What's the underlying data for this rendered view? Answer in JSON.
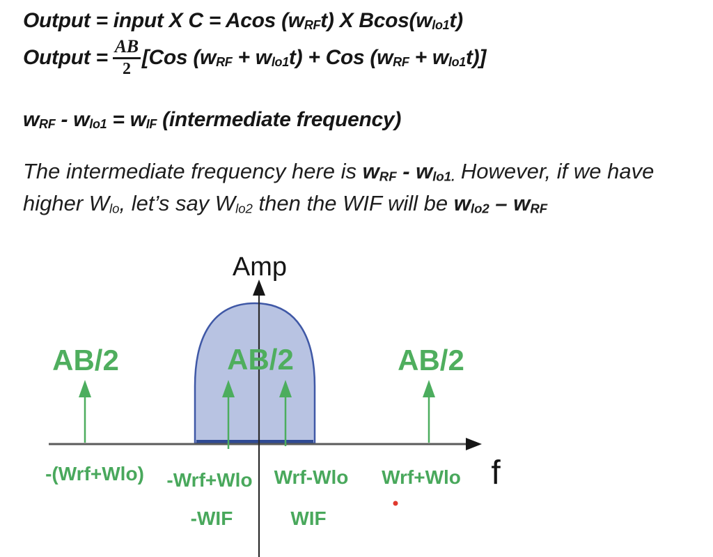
{
  "colors": {
    "text": "#161616",
    "green": "#4cad5e",
    "dome_fill": "#b8c3e2",
    "dome_stroke": "#3f58a6",
    "dome_base": "#2f4a93",
    "axis_gray": "#5a5a5a",
    "red_dot": "#e0392e"
  },
  "equations": {
    "line1": [
      "Output = input X C = Acos (w",
      "RF",
      "t) X Bcos(w",
      "lo1",
      "t)"
    ],
    "line2": {
      "prefix": "Output = ",
      "frac_num": "AB",
      "frac_den": "2",
      "segments": [
        "[Cos (w",
        "RF",
        " + w",
        "lo1",
        "t) + Cos (w",
        "RF",
        " + w",
        "lo1",
        "t)]"
      ]
    },
    "line3": [
      "w",
      "RF",
      " - w",
      "lo1",
      " = w",
      "IF",
      " (intermediate frequency)"
    ]
  },
  "paragraph": {
    "l1": [
      "The intermediate frequency here is ",
      "w",
      "RF",
      " - w",
      "lo1.",
      " However, if we have"
    ],
    "l2": [
      "higher W",
      "lo",
      ", let’s say W",
      "lo2",
      " then the WIF will be ",
      "w",
      "lo2",
      " – w",
      "RF"
    ]
  },
  "diagram": {
    "amp_label": "Amp",
    "f_label": "f",
    "ab2_left": "AB/2",
    "ab2_mid": "AB/2",
    "ab2_right": "AB/2",
    "freq_labels": {
      "neg_sum": "-(Wrf+Wlo)",
      "neg_diff": "-Wrf+Wlo",
      "diff": "Wrf-Wlo",
      "sum": "Wrf+Wlo",
      "neg_wif": "-WIF",
      "wif": "WIF"
    }
  }
}
